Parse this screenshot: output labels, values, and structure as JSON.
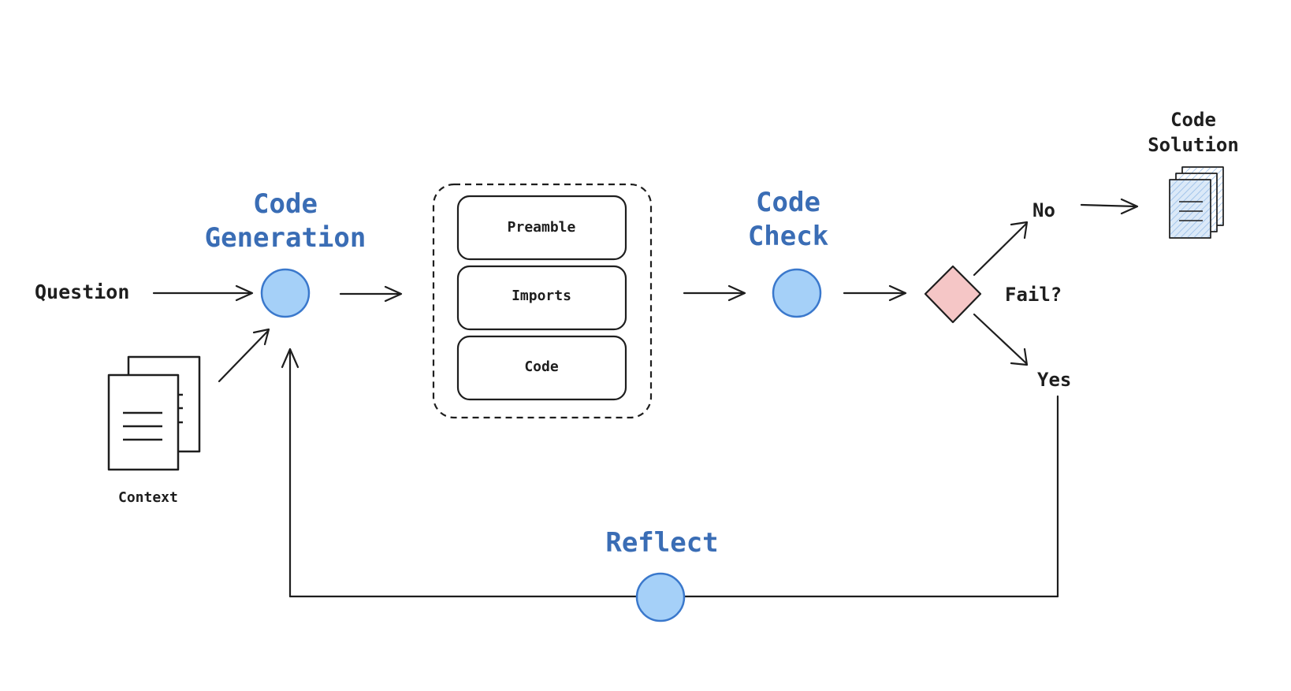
{
  "diagram": {
    "question_label": "Question",
    "context_label": "Context",
    "code_generation": {
      "line1": "Code",
      "line2": "Generation"
    },
    "code_blocks": [
      "Preamble",
      "Imports",
      "Code"
    ],
    "code_check": {
      "line1": "Code",
      "line2": "Check"
    },
    "decision_label": "Fail?",
    "no_label": "No",
    "yes_label": "Yes",
    "code_solution": {
      "line1": "Code",
      "line2": "Solution"
    },
    "reflect_label": "Reflect"
  },
  "colors": {
    "node_fill": "#a5d0f8",
    "node_stroke": "#3a78cc",
    "title_blue": "#3a6db5",
    "decision_fill": "#f5c6c6",
    "stroke": "#1e1e1e"
  },
  "icons": [
    "document-stack-icon",
    "code-solution-icon"
  ]
}
